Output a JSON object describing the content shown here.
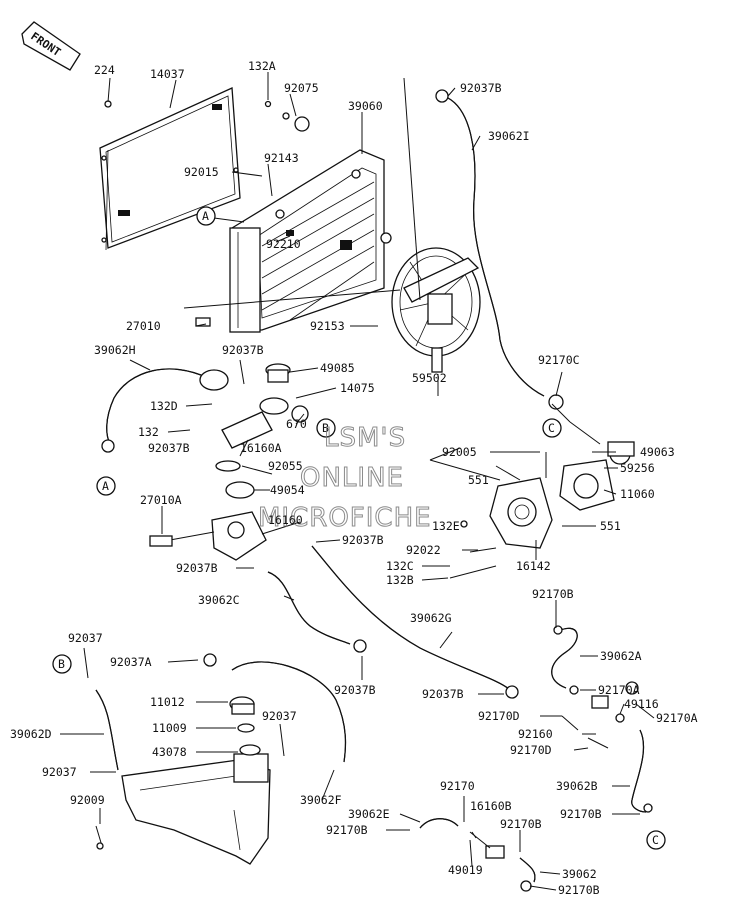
{
  "front_label": "FRONT",
  "watermark": [
    "LSM'S",
    "ONLINE",
    "MICROFICHE"
  ],
  "labels": {
    "p224": "224",
    "p14037": "14037",
    "p132A": "132A",
    "p92075": "92075",
    "p39060": "39060",
    "p92037B_top": "92037B",
    "p39062I": "39062I",
    "p92015": "92015",
    "p92143": "92143",
    "p92210": "92210",
    "p27010": "27010",
    "p92153": "92153",
    "p59502": "59502",
    "p39062H": "39062H",
    "p92037B_a": "92037B",
    "p49085": "49085",
    "p14075": "14075",
    "p92170C": "92170C",
    "p132D": "132D",
    "p132": "132",
    "p670": "670",
    "p92037B_b": "92037B",
    "p16160A": "16160A",
    "p92055": "92055",
    "p49054": "49054",
    "p92005": "92005",
    "p49063": "49063",
    "p59256": "59256",
    "p551_a": "551",
    "p11060": "11060",
    "p27010A": "27010A",
    "p16160": "16160",
    "p132E": "132E",
    "p551_b": "551",
    "p92037B_c": "92037B",
    "p92022": "92022",
    "p132C": "132C",
    "p16142": "16142",
    "p92037B_d": "92037B",
    "p132B": "132B",
    "p39062C": "39062C",
    "p92170B_a": "92170B",
    "p39062G": "39062G",
    "p92037_a": "92037",
    "p92037A": "92037A",
    "p39062A": "39062A",
    "p92037B_e": "92037B",
    "p92037B_f": "92037B",
    "p92170A_a": "92170A",
    "p11012": "11012",
    "p49116": "49116",
    "p92170A_b": "92170A",
    "p92170D_a": "92170D",
    "p11009": "11009",
    "p92037_b": "92037",
    "p92160": "92160",
    "p39062D": "39062D",
    "p43078": "43078",
    "p92170D_b": "92170D",
    "p92037_c": "92037",
    "p39062B": "39062B",
    "p39062F": "39062F",
    "p92009": "92009",
    "p92170": "92170",
    "p39062E": "39062E",
    "p16160B": "16160B",
    "p92170B_b": "92170B",
    "p92170B_c": "92170B",
    "p92170B_d": "92170B",
    "p49019": "49019",
    "p39062": "39062",
    "p92170B_e": "92170B"
  },
  "callouts": {
    "A_top": "A",
    "B_top": "B",
    "C_top": "C",
    "A_bottom": "A",
    "B_bottom": "B",
    "C_bottom": "C"
  }
}
